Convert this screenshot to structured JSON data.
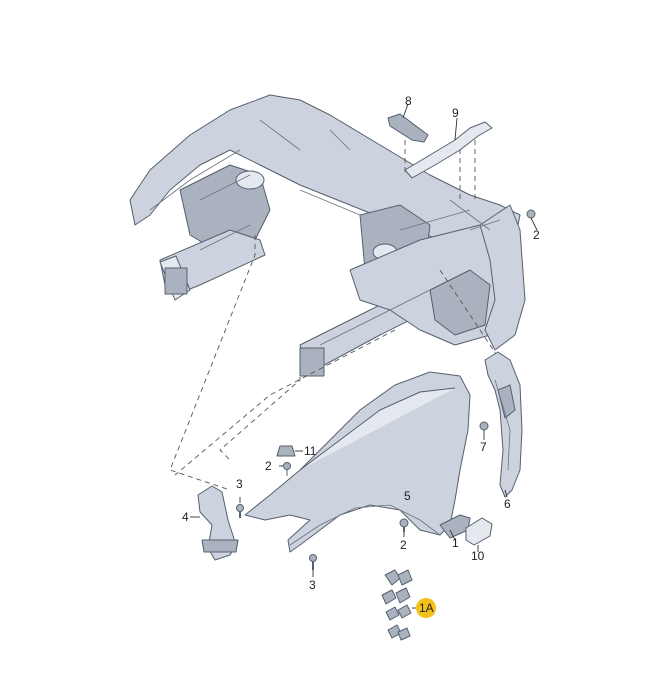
{
  "callouts": {
    "c1": "1",
    "c1a": "1A",
    "c2_top": "2",
    "c2_left": "2",
    "c2_bottom": "2",
    "c3_left": "3",
    "c3_bottom": "3",
    "c4": "4",
    "c5": "5",
    "c6": "6",
    "c7": "7",
    "c8": "8",
    "c9": "9",
    "c10": "10",
    "c11": "11"
  },
  "colors": {
    "part_fill": "#cdd3de",
    "part_stroke": "#55606e",
    "highlight_badge": "#f2c21b"
  }
}
